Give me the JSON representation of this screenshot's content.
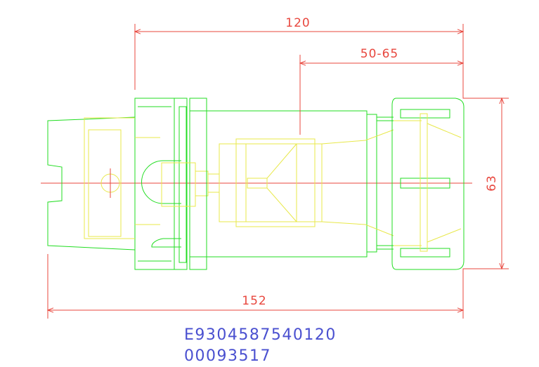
{
  "dimensions": {
    "overall_length": "120",
    "clamping_range": "50-65",
    "diameter": "63",
    "total_length": "152"
  },
  "codes": {
    "order_number": "E9304587540120",
    "article_number": "00093517"
  },
  "colors": {
    "outline": "#22dd22",
    "hidden": "#e8e84a",
    "dimension": "#e8473e",
    "code_text": "#4a50d0"
  }
}
